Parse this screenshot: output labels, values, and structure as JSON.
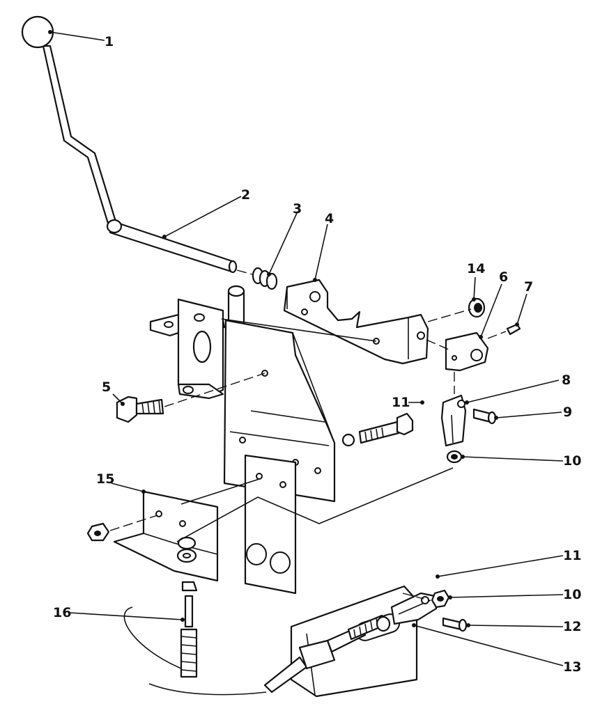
{
  "callouts": [
    {
      "id": "c1",
      "label": "1"
    },
    {
      "id": "c2",
      "label": "2"
    },
    {
      "id": "c3",
      "label": "3"
    },
    {
      "id": "c4",
      "label": "4"
    },
    {
      "id": "c14",
      "label": "14"
    },
    {
      "id": "c6",
      "label": "6"
    },
    {
      "id": "c7",
      "label": "7"
    },
    {
      "id": "c8",
      "label": "8"
    },
    {
      "id": "c11a",
      "label": "11"
    },
    {
      "id": "c5",
      "label": "5"
    },
    {
      "id": "c9",
      "label": "9"
    },
    {
      "id": "c10a",
      "label": "10"
    },
    {
      "id": "c15",
      "label": "15"
    },
    {
      "id": "c11b",
      "label": "11"
    },
    {
      "id": "c10b",
      "label": "10"
    },
    {
      "id": "c16",
      "label": "16"
    },
    {
      "id": "c12",
      "label": "12"
    },
    {
      "id": "c13",
      "label": "13"
    }
  ]
}
